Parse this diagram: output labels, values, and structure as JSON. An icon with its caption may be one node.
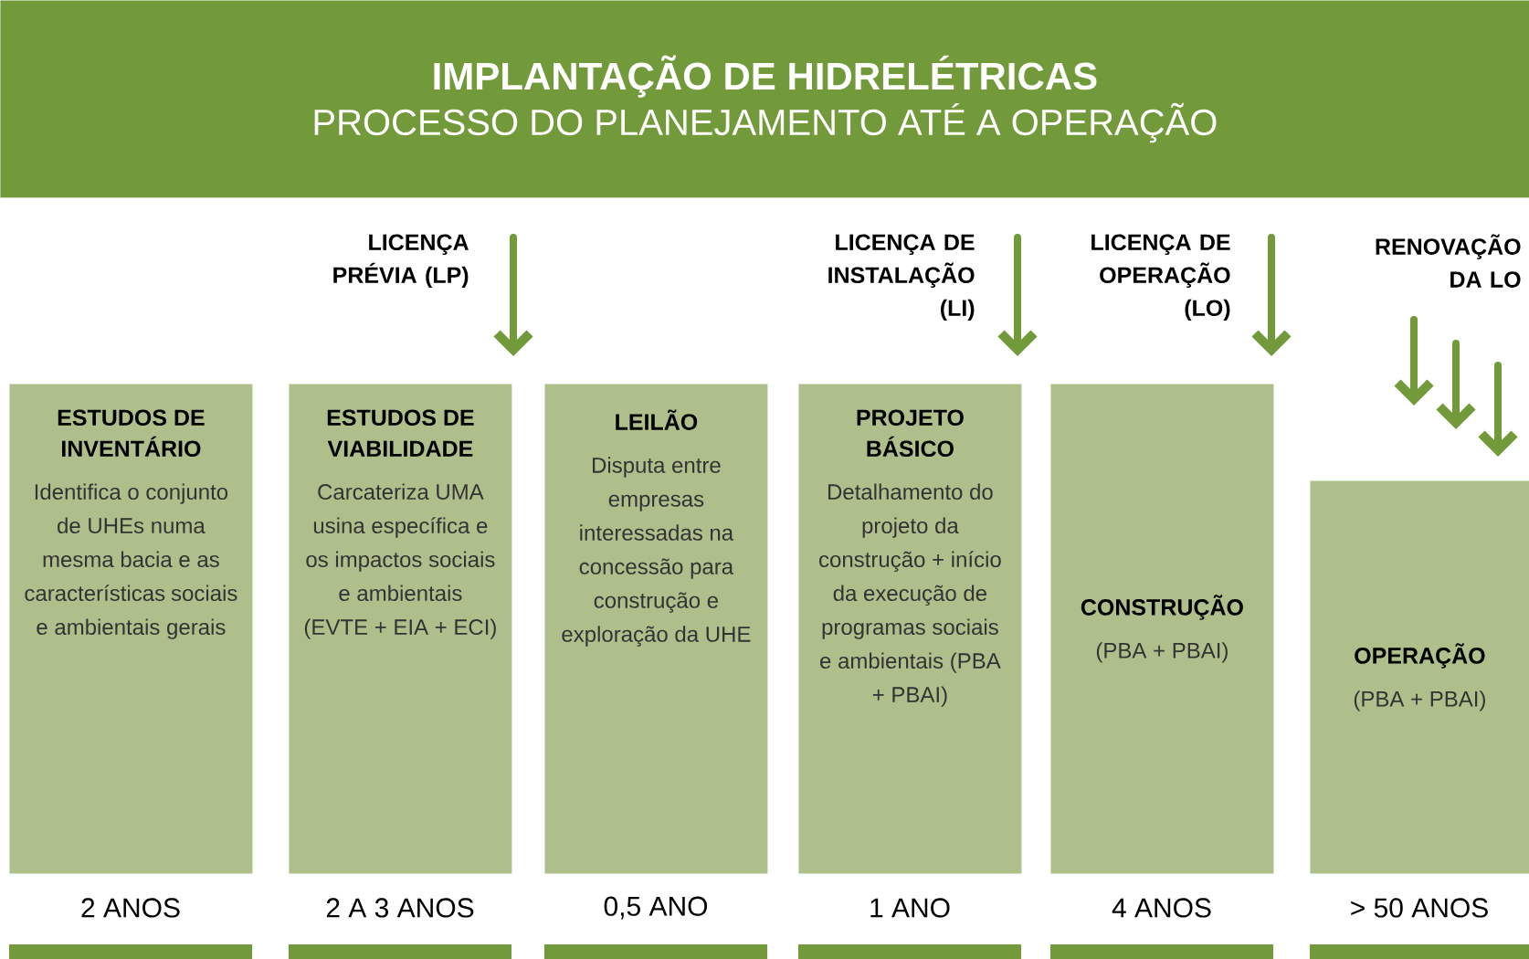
{
  "diagram": {
    "nodes": [
      {
        "text": [
          "IMPLANTAÇÃO DE HIDRELÉTRICAS",
          "PROCESSO DO PLANEJAMENTO ATÉ A OPERAÇÃO"
        ]
      },
      {
        "text": [
          "ESTUDOS DE INVENTÁRIO",
          "Identifica o conjunto de UHEs numa mesma bacia e as características sociais e ambientais gerais"
        ],
        "beside": [
          "2 ANOS"
        ]
      },
      {
        "text": [
          "ESTUDOS DE VIABILIDADE",
          "Carcateriza UMA usina específica e os impactos sociais e ambientais (EVTE + EIA + ECI)"
        ],
        "beside": [
          "2 A 3 ANOS"
        ]
      },
      {
        "text": [
          "LEILÃO",
          "Disputa entre empresas interessadas na concessão para construção e exploração da UHE"
        ],
        "beside": [
          "0,5 ANO"
        ]
      },
      {
        "text": [
          "PROJETO BÁSICO",
          "Detalhamento do projeto da construção + início da execução de programas sociais e ambientais (PBA + PBAI)"
        ],
        "beside": [
          "1 ANO"
        ]
      },
      {
        "text": [
          "CONSTRUÇÃO",
          "(PBA + PBAI)"
        ],
        "beside": [
          "4 ANOS"
        ]
      },
      {
        "text": [
          "OPERAÇÃO",
          "(PBA + PBAI)"
        ],
        "beside": [
          "> 50 ANOS"
        ]
      }
    ],
    "labels": [
      "LICENÇA PRÉVIA (LP)",
      "LICENÇA DE INSTALAÇÃO (LI)",
      "LICENÇA DE OPERAÇÃO (LO)",
      "RENOVAÇÃO DA LO"
    ]
  }
}
